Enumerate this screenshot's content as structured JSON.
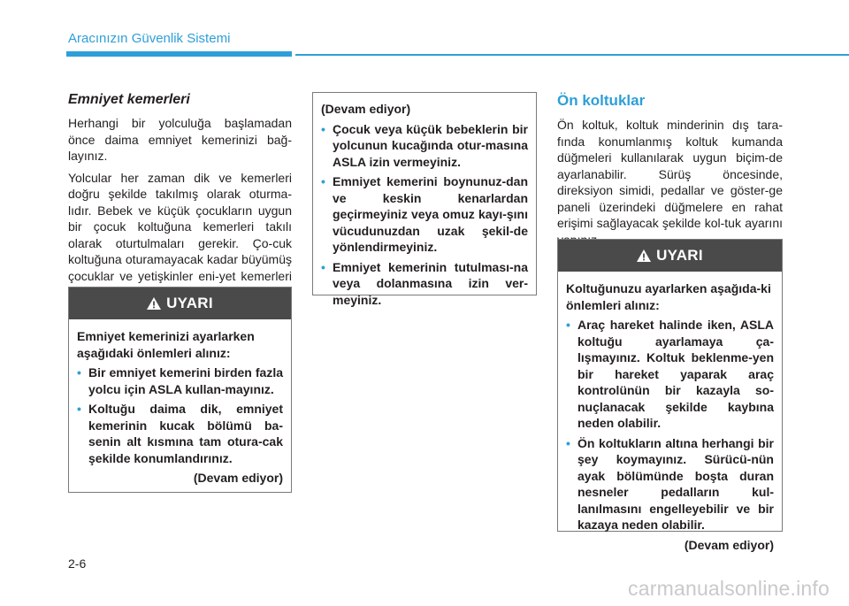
{
  "header": {
    "title": "Aracınızın Güvenlik Sistemi"
  },
  "col1": {
    "heading": "Emniyet kemerleri",
    "para1": "Herhangi bir yolculuğa başlamadan önce daima emniyet kemerinizi bağ-layınız.",
    "para2": "Yolcular her zaman dik ve kemerleri doğru şekilde takılmış olarak oturma-lıdır. Bebek ve küçük çocukların uygun bir çocuk koltuğuna kemerleri takılı olarak oturtulmaları gerekir. Ço-cuk koltuğuna oturamayacak kadar büyümüş çocuklar ve yetişkinler eni-yet kemerleri ile bağlanmalıdır.",
    "warning": {
      "title": "UYARI",
      "lead": "Emniyet kemerinizi ayarlarken aşağıdaki önlemleri alınız:",
      "bullets": [
        "Bir emniyet kemerini birden fazla yolcu için ASLA kullan-mayınız.",
        "Koltuğu daima dik, emniyet kemerinin kucak bölümü ba-senin alt kısmına tam otura-cak şekilde konumlandırınız."
      ],
      "continued": "(Devam ediyor)"
    }
  },
  "col2": {
    "continued_header": "(Devam ediyor)",
    "bullets": [
      "Çocuk veya küçük bebeklerin bir yolcunun kucağında otur-masına ASLA izin vermeyiniz.",
      "Emniyet kemerini boynunuz-dan ve keskin kenarlardan geçirmeyiniz veya omuz kayı-şını vücudunuzdan uzak şekil-de yönlendirmeyiniz.",
      "Emniyet kemerinin tutulması-na veya dolanmasına izin ver-meyiniz."
    ]
  },
  "col3": {
    "heading": "Ön koltuklar",
    "para1": "Ön koltuk, koltuk minderinin dış tara-fında konumlanmış koltuk kumanda düğmeleri kullanılarak uygun biçim-de ayarlanabilir. Sürüş öncesinde, direksiyon simidi, pedallar ve göster-ge paneli üzerindeki düğmelere en rahat erişimi sağlayacak şekilde kol-tuk ayarını yapınız.",
    "warning": {
      "title": "UYARI",
      "lead": "Koltuğunuzu ayarlarken aşağıda-ki önlemleri alınız:",
      "bullets": [
        "Araç hareket halinde iken, ASLA koltuğu ayarlamaya ça-lışmayınız. Koltuk beklenme-yen bir hareket yaparak araç kontrolünün bir kazayla so-nuçlanacak şekilde kaybına neden olabilir.",
        "Ön koltukların altına herhangi bir şey koymayınız. Sürücü-nün ayak bölümünde boşta duran nesneler pedalların kul-lanılmasını engelleyebilir ve bir kazaya neden olabilir."
      ],
      "continued": "(Devam ediyor)"
    }
  },
  "footer": {
    "page_number": "2-6",
    "watermark": "carmanualsonline.info"
  },
  "colors": {
    "accent": "#2e9fd8",
    "warning_header": "#4a4a4a",
    "text": "#231f20"
  },
  "icons": [
    "warning-triangle-icon"
  ]
}
